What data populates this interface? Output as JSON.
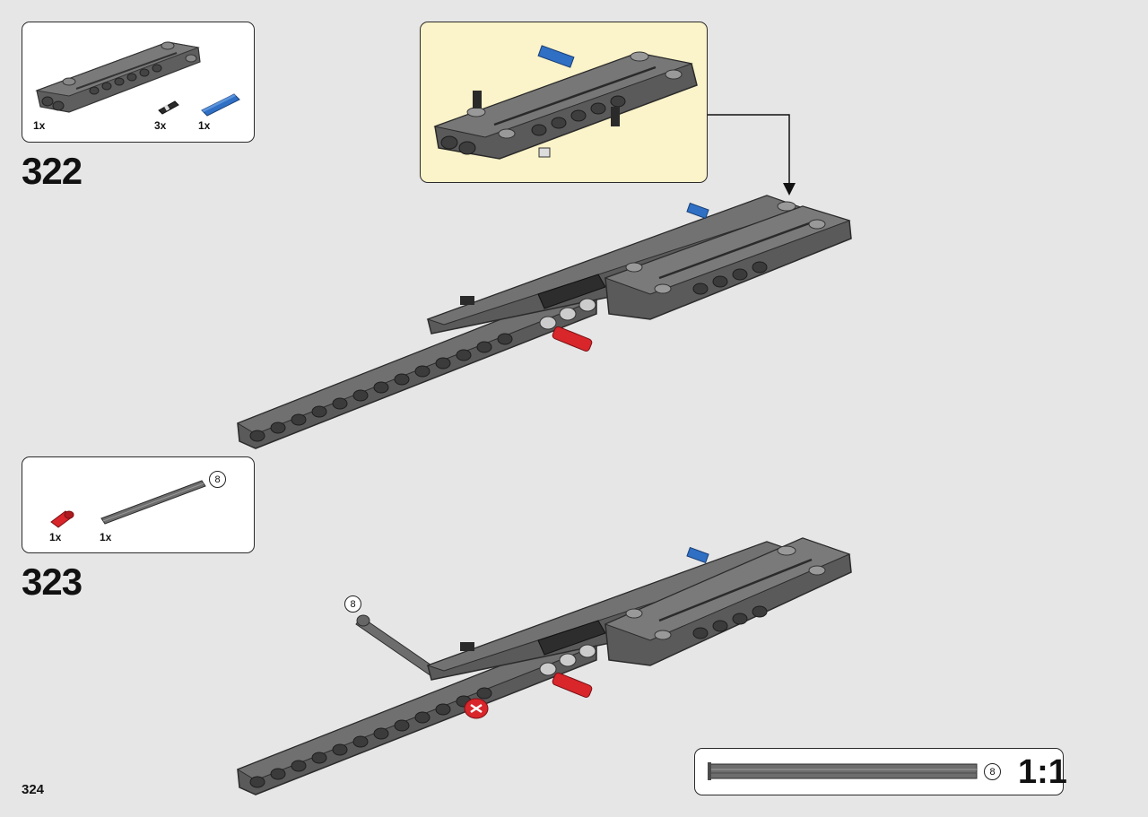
{
  "page": {
    "number": "324"
  },
  "colors": {
    "background": "#e6e6e6",
    "callout_bg": "#fbf3c9",
    "beam_dark": "#5a5a5a",
    "beam_mid": "#6e6e6e",
    "red_part": "#d8262b",
    "blue_part": "#2f6fc4",
    "axle_gray": "#707070"
  },
  "steps": [
    {
      "number": "322",
      "parts": [
        {
          "icon": "liftarm-panel-icon",
          "qty": "1x"
        },
        {
          "icon": "black-pin-icon",
          "qty": "3x"
        },
        {
          "icon": "blue-axle-pin-icon",
          "qty": "1x"
        }
      ]
    },
    {
      "number": "323",
      "parts": [
        {
          "icon": "red-bush-icon",
          "qty": "1x"
        },
        {
          "icon": "axle-8-icon",
          "qty": "1x",
          "length": "8"
        }
      ]
    }
  ],
  "callout_arrow": "arrow-down-icon",
  "axle_marker_323": "8",
  "scale_reference": {
    "length": "8",
    "ratio": "1:1"
  }
}
